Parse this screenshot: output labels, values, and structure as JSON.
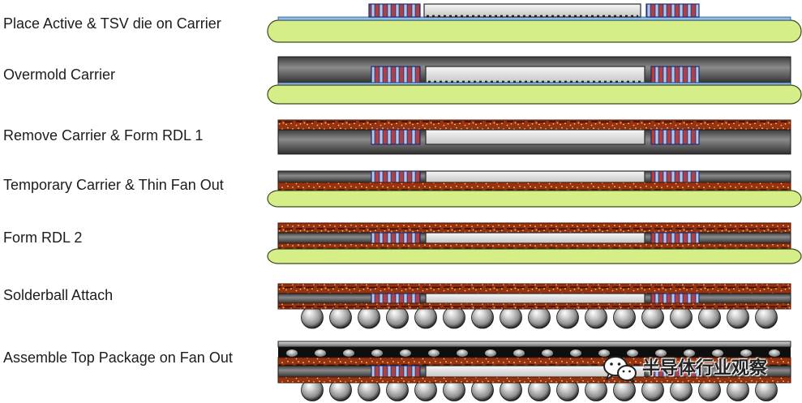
{
  "steps": [
    {
      "label": "Place Active & TSV die on Carrier"
    },
    {
      "label": "Overmold Carrier"
    },
    {
      "label": "Remove Carrier & Form RDL 1"
    },
    {
      "label": "Temporary Carrier & Thin Fan Out"
    },
    {
      "label": "Form RDL 2"
    },
    {
      "label": "Solderball Attach"
    },
    {
      "label": "Assemble Top Package on Fan Out"
    }
  ],
  "watermark": {
    "icon": "wechat-icon",
    "text": "半导体行业观察"
  },
  "colors": {
    "carrier": "#d6ee88",
    "carrier_outline": "#3d4a1e",
    "adhesive": "#8dbde8",
    "mold_light": "#8a8a8a",
    "mold_dark": "#2e2e2e",
    "rdl": "#98330f",
    "rdl_speckle": "#f2c27a",
    "active_die": "#c6c6c6",
    "tsv_blue": "#2a4aa0",
    "tsv_red": "#c23b2e",
    "solder_ball": "#8e8e8e",
    "top_package": "#5c5c5c",
    "underfill": "#0e0e0e"
  }
}
